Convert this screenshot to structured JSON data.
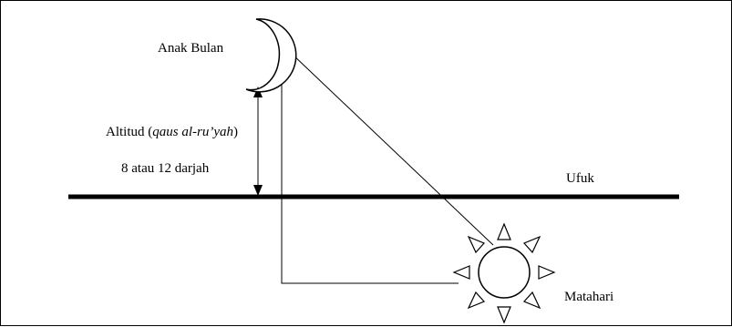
{
  "labels": {
    "moon": "Anak Bulan",
    "altitude_prefix": "Altitud (",
    "altitude_term": "qaus al-ru’yah",
    "altitude_suffix": ")",
    "degrees": "8 atau 12 darjah",
    "horizon": "Ufuk",
    "sun": "Matahari"
  },
  "colors": {
    "stroke": "#000000",
    "background": "#ffffff"
  }
}
